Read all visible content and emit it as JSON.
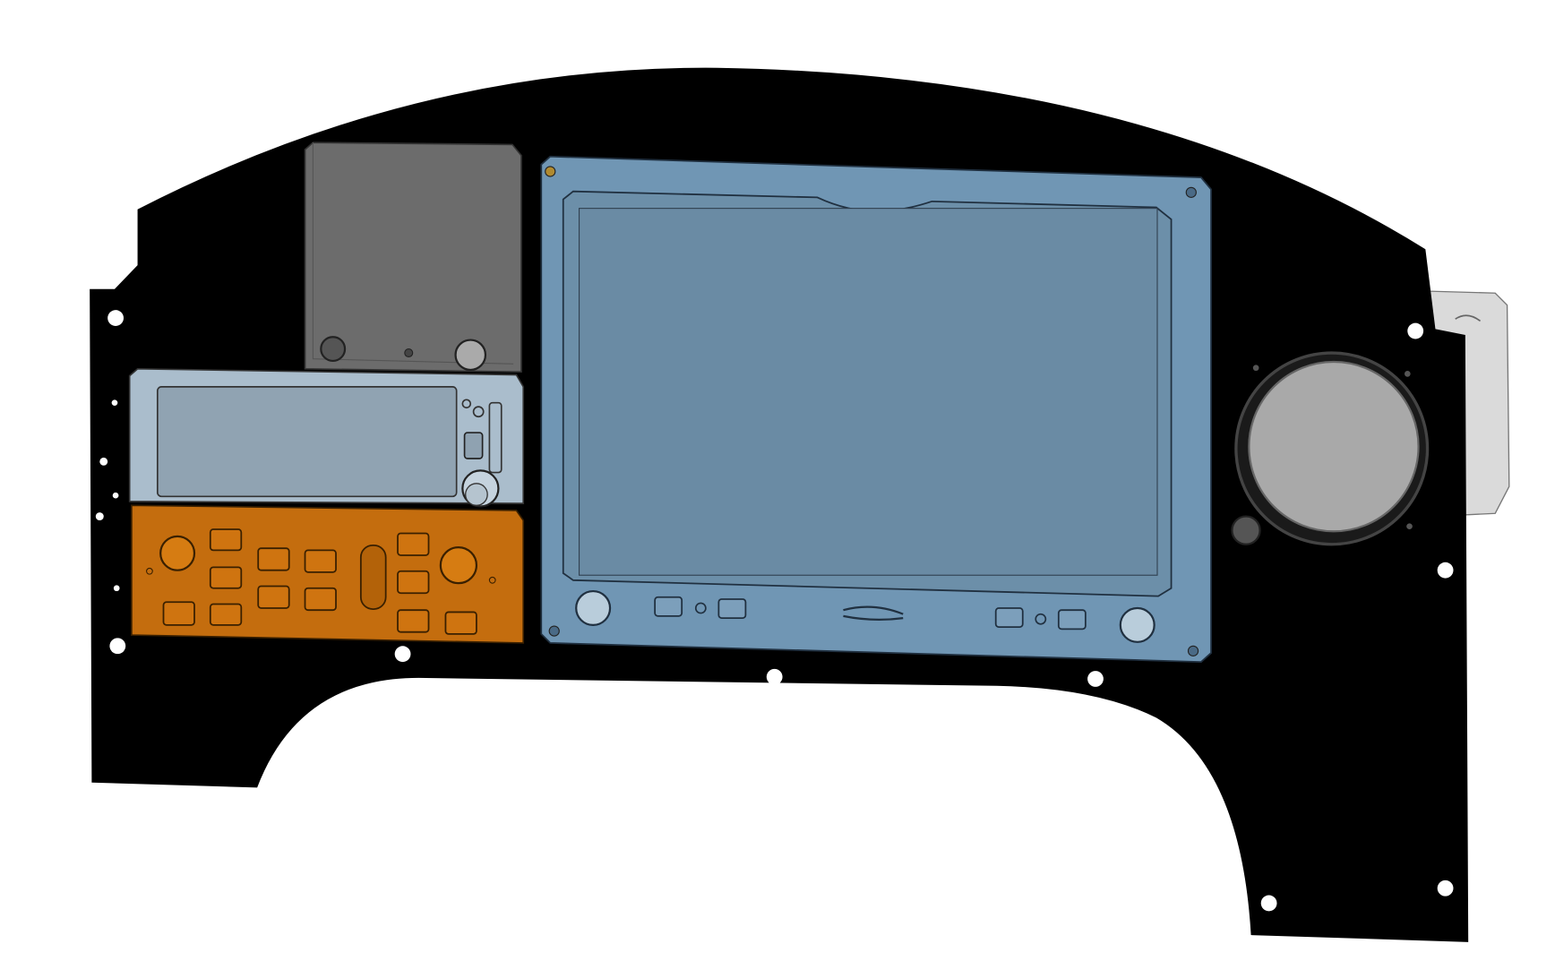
{
  "scene": {
    "background": "#ffffff",
    "panel_color": "#000000",
    "components": [
      {
        "name": "gray-radio-unit",
        "color": "#6c6c6c"
      },
      {
        "name": "transponder",
        "color": "#aabdcc",
        "icon": "power-home-icon"
      },
      {
        "name": "audio-panel",
        "color": "#c46d0e"
      },
      {
        "name": "main-display",
        "color": "#7096b4"
      },
      {
        "name": "round-gauge",
        "color": "#a9a9a9"
      },
      {
        "name": "side-box",
        "color": "#d9d9d9"
      }
    ]
  }
}
